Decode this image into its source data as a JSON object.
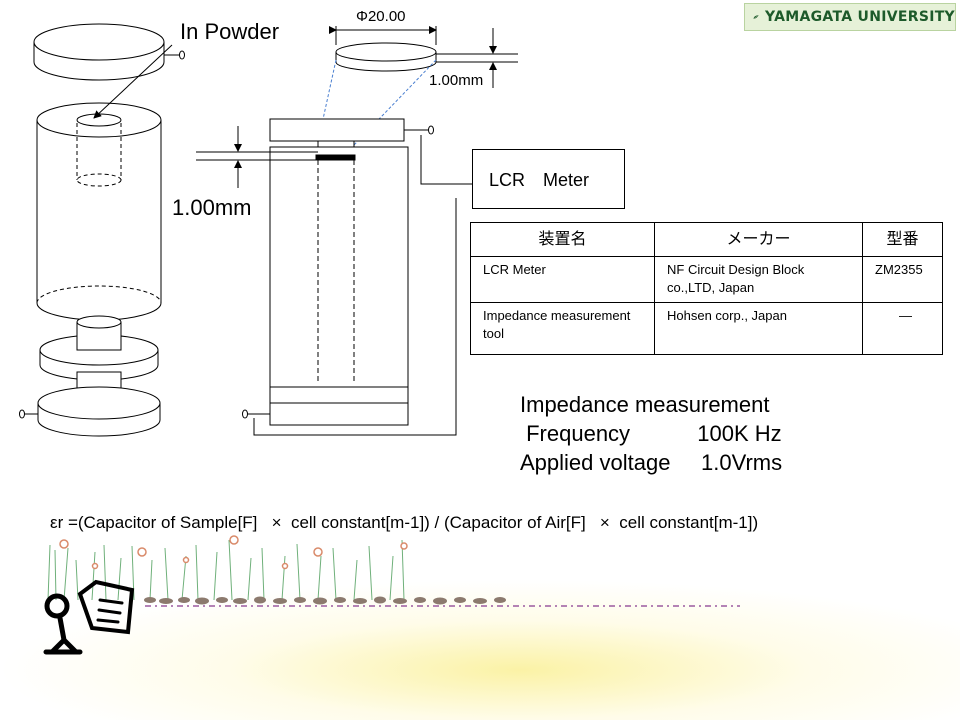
{
  "logo": {
    "text": "YAMAGATA UNIVERSITY",
    "color": "#1d5a2a"
  },
  "labels": {
    "powder": "In Powder",
    "diameter": "Φ20.00",
    "thickness_small": "1.00mm",
    "thickness_big": "1.00mm",
    "lcr_box": "LCR　Meter"
  },
  "table": {
    "headers": [
      "装置名",
      "メーカー",
      "型番"
    ],
    "rows": [
      [
        "LCR Meter",
        "NF Circuit Design  Block co.,LTD, Japan",
        "ZM2355"
      ],
      [
        "Impedance measurement tool",
        "Hohsen corp., Japan",
        "―"
      ]
    ]
  },
  "measurement": {
    "title": "Impedance measurement",
    "frequency": " Frequency           100K Hz",
    "voltage": "Applied voltage     1.0Vrms"
  },
  "formula": "εr =(Capacitor of Sample[F]   ×  cell constant[m-1]) / (Capacitor of Air[F]   ×  cell constant[m-1])"
}
